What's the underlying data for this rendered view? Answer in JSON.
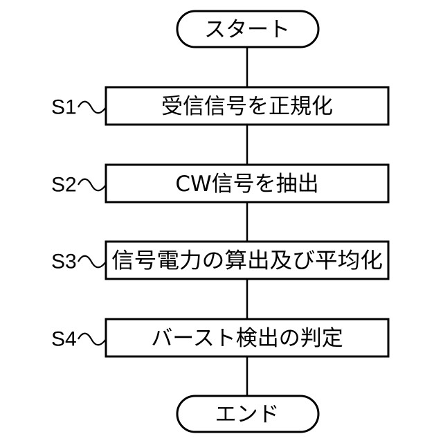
{
  "flowchart": {
    "start_label": "スタート",
    "end_label": "エンド",
    "steps": [
      {
        "id": "S1",
        "text": "受信信号を正規化"
      },
      {
        "id": "S2",
        "text": "CW信号を抽出"
      },
      {
        "id": "S3",
        "text": "信号電力の算出及び平均化"
      },
      {
        "id": "S4",
        "text": "バースト検出の判定"
      }
    ]
  }
}
